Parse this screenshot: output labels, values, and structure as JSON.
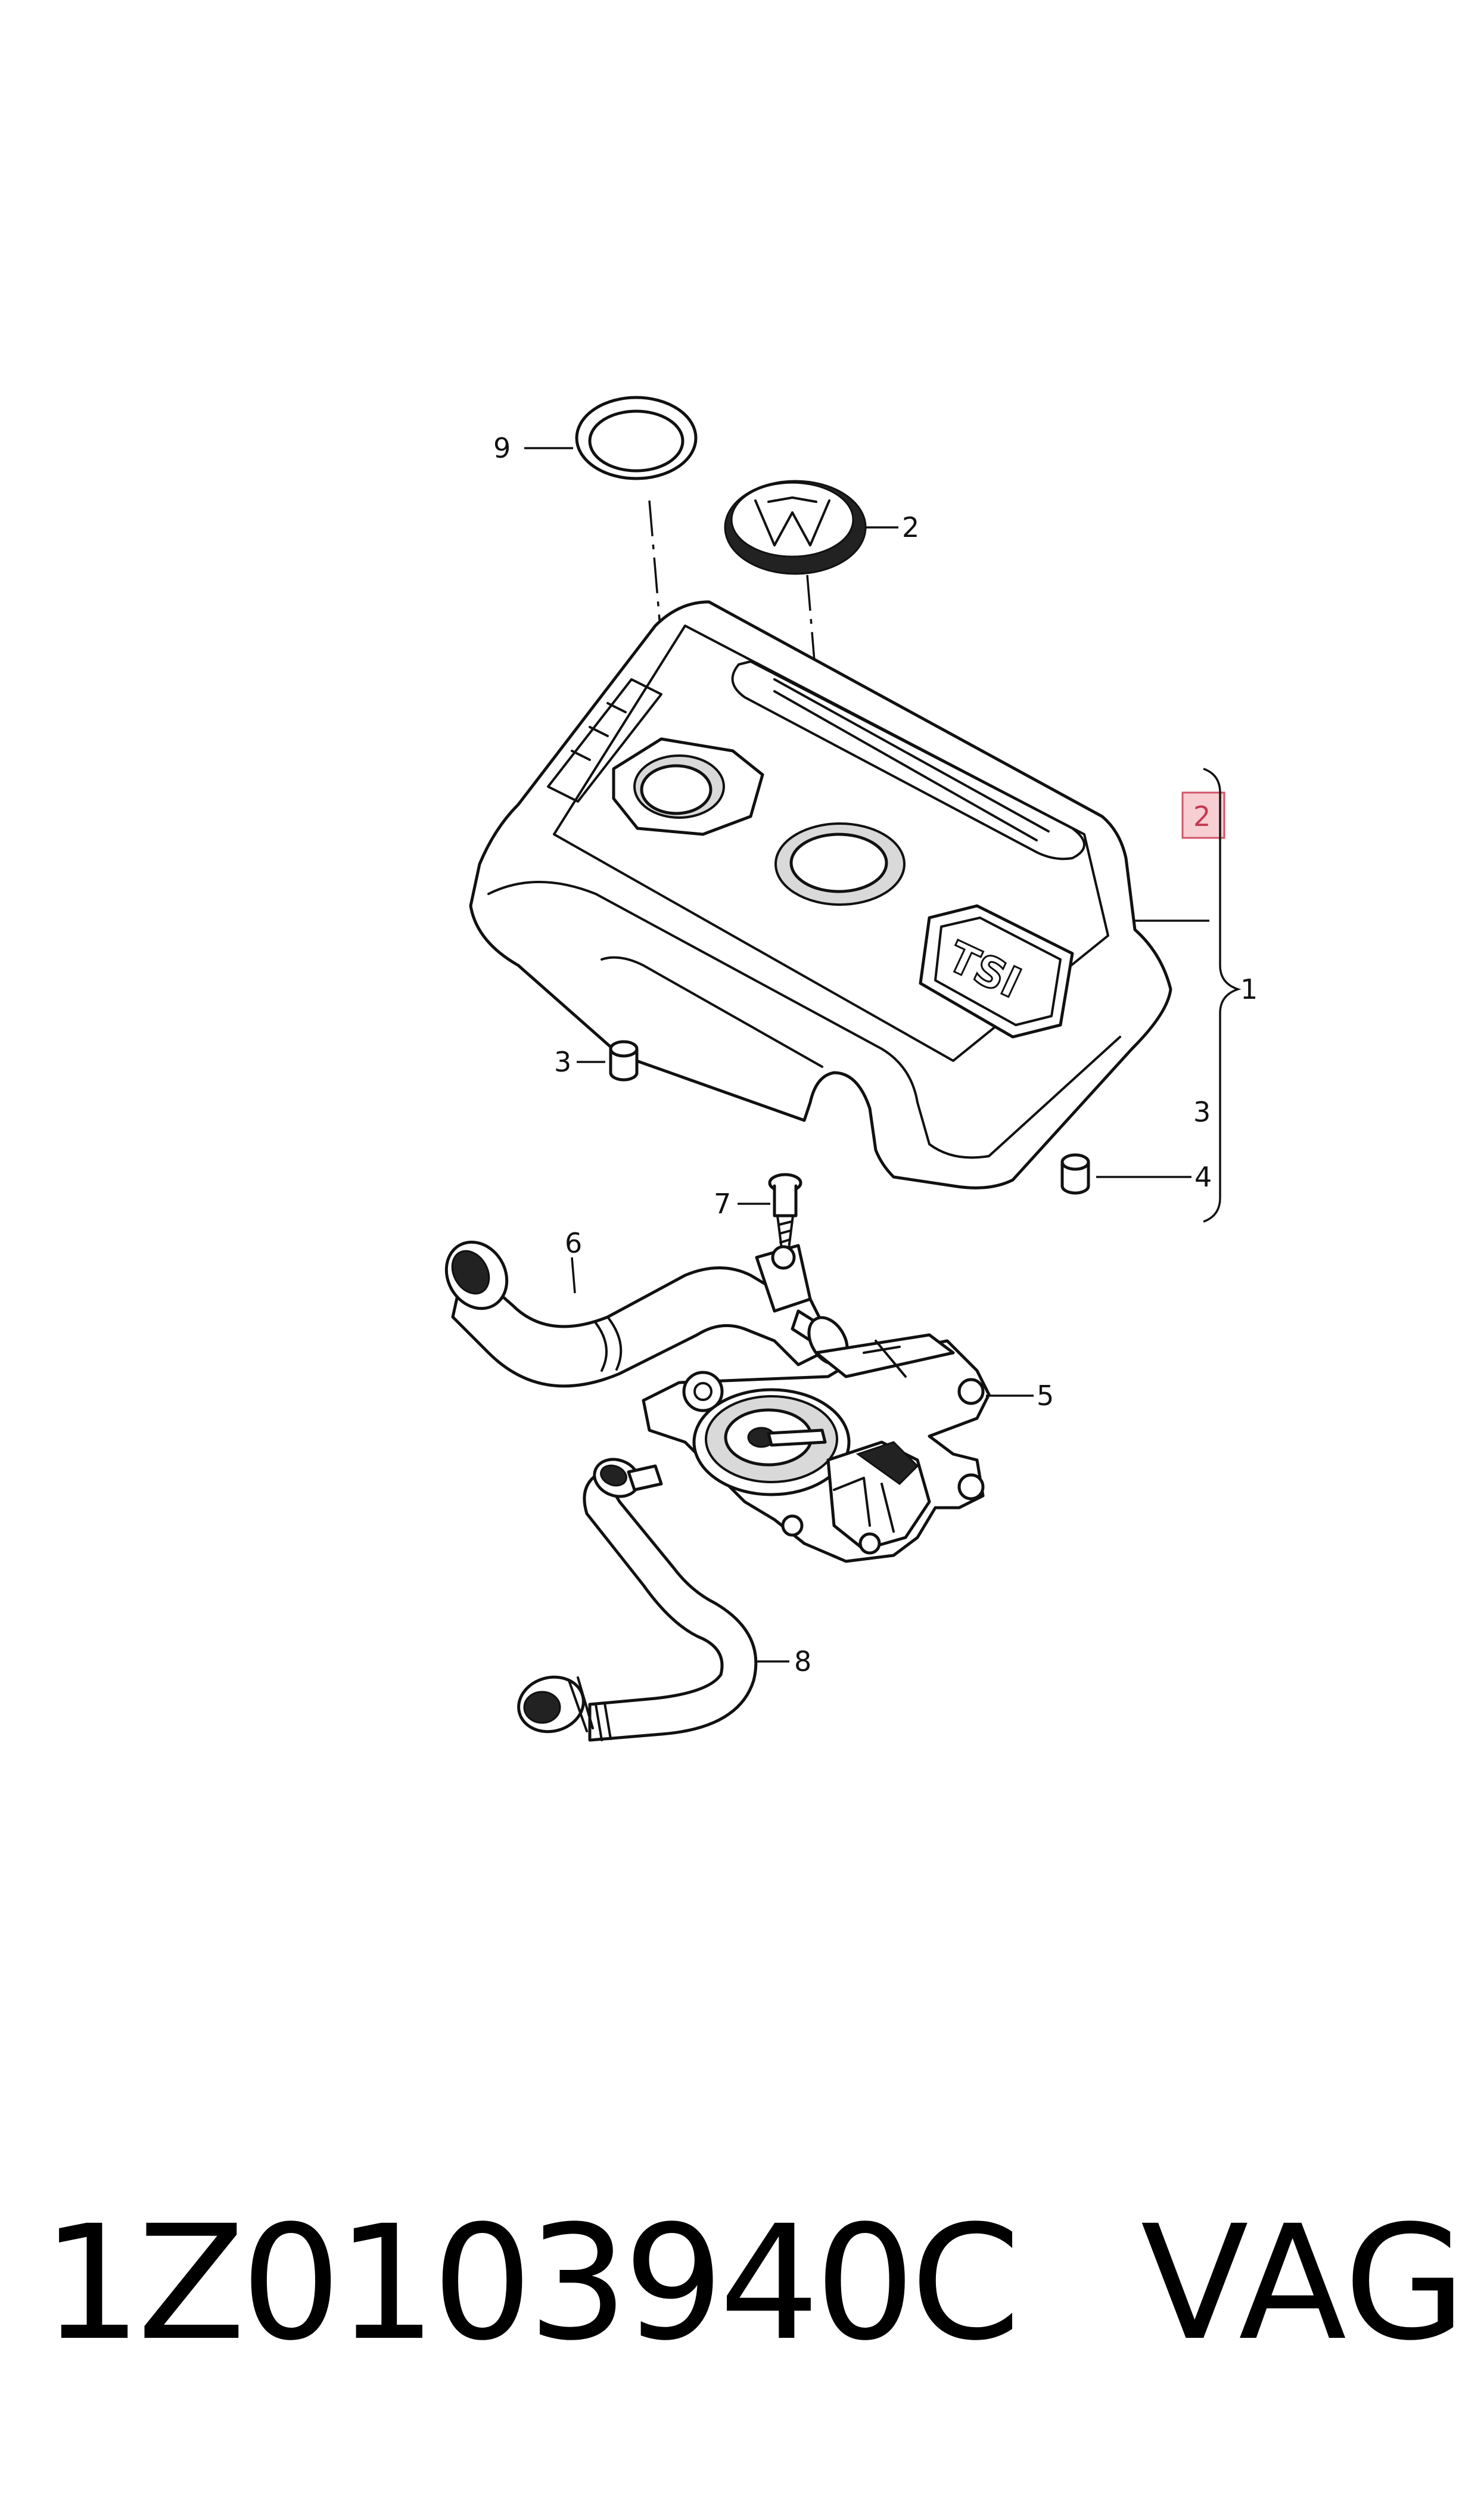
{
  "diagram": {
    "callouts": {
      "c9": "9",
      "c2": "2",
      "c2_highlight": "2",
      "c1": "1",
      "c3_left": "3",
      "c3_right": "3",
      "c4": "4",
      "c7": "7",
      "c6": "6",
      "c5": "5",
      "c8": "8"
    },
    "cover_badge_text": "TSI"
  },
  "footer": {
    "part_number": "1Z0103940C",
    "brand": "VAG"
  },
  "colors": {
    "highlight_fill": "#f7cfd3",
    "highlight_border": "#d4546a",
    "line": "#111111"
  }
}
